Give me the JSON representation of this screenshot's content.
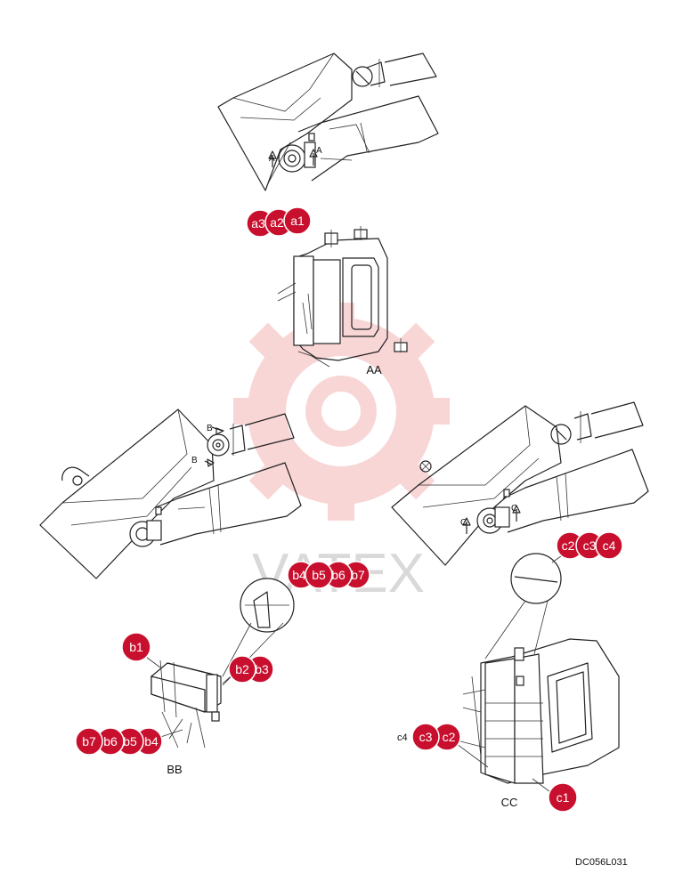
{
  "views": {
    "aa": "AA",
    "bb": "BB",
    "cc": "CC"
  },
  "section_marks": {
    "a": "A",
    "b": "B",
    "c": "C"
  },
  "callouts": {
    "a1": "a1",
    "a2": "a2",
    "a3": "a3",
    "b1": "b1",
    "b2": "b2",
    "b3": "b3",
    "b4": "b4",
    "b5": "b5",
    "b6": "b6",
    "b7": "b7",
    "c1": "c1",
    "c2": "c2",
    "c3": "c3",
    "c4": "c4"
  },
  "figure_code": "DC056L031",
  "watermark": {
    "text": "VATEX",
    "color": "#e84a4a"
  },
  "colors": {
    "badge": "#c8102e",
    "line": "#222222"
  }
}
